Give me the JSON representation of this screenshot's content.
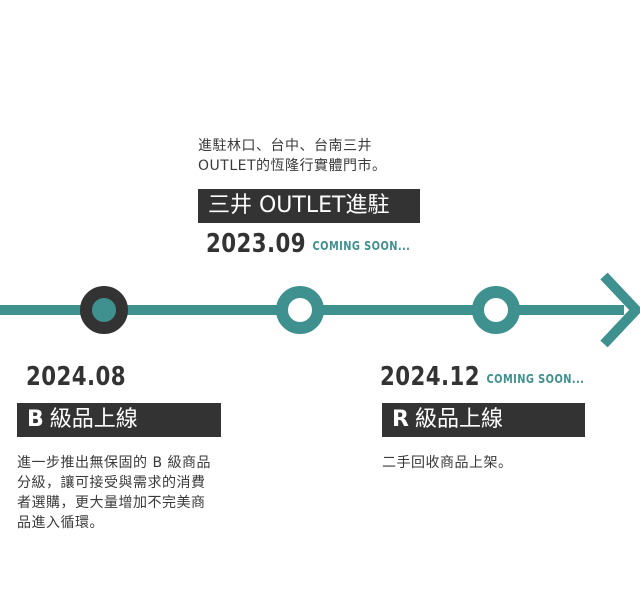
{
  "colors": {
    "accent": "#3f9190",
    "dark": "#333333"
  },
  "milestones": [
    {
      "date": "2024.08",
      "grade": "B",
      "title": "級品上線",
      "status": "",
      "description": [
        "進一步推出無保固的 B 級商品",
        "分級，讓可接受與需求的消費",
        "者選購，更大量增加不完美商",
        "品進入循環。"
      ]
    },
    {
      "date": "2023.09",
      "title": "三井 OUTLET進駐",
      "status": "COMING SOON...",
      "description": [
        "進駐林口、台中、台南三井",
        "OUTLET的恆隆行實體門市。"
      ]
    },
    {
      "date": "2024.12",
      "grade": "R",
      "title": "級品上線",
      "status": "COMING SOON...",
      "description": [
        "二手回收商品上架。"
      ]
    }
  ],
  "timeline": {
    "active_index": 0
  }
}
